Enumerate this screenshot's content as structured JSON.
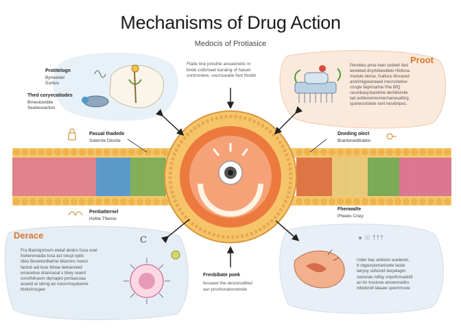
{
  "title": "Mechanisms of Drug Action",
  "subtitle": "Medocis of Protiasice",
  "panels": {
    "top_left": {
      "label_1": "Protitelogn",
      "label_1_sub": "Bynsesiul\nSoriius",
      "label_2": "Thed coryecatiodes",
      "label_2_sub": "Bmesiceoble\nSeahesiaclion"
    },
    "top_center": {
      "text": "Flaite tine prosthe anoasinetic in\nbride cotbmaet baralng of hatuel\ncontroniere, ceursuealie fant thodin"
    },
    "top_right": {
      "tag": "Proot",
      "text": "Perotbes prise heer cekberi ited\ntereleted dnyrtsbeodieto Hivlicna\nmodule dense, Gatluos Muraved\nanorlinigyeaneaeil mecrsinetise\ncongle faiprinarfoe frhe BfQ\nrasonbasyntanlinhe denhliivinlle\ntad antilemerniomer/nanesatting\nspaneosiniede seni nesiibripes."
    },
    "membrane_left": {
      "title": "Pasual thadede",
      "sub": "Solernte Dloctie"
    },
    "membrane_right": {
      "title": "Dneding olect",
      "sub": "Brantoneldtraikis"
    },
    "below_left": {
      "title": "Pentiatternel",
      "sub": "Hofite Tftemic"
    },
    "below_right": {
      "title": "Fhenwalte",
      "sub": "Pheeto Cney"
    },
    "bottom_left": {
      "tag": "Derace",
      "text": "Fra Biamignmem elelaf alndro fuoa noel\nfreiteremadia tosa act nespi eptis\nIdeo Besielordtaime bitamiro noeoc\nfantsb adi bsie tbhae tietnereted\nemaretioe driamaoal s lihey reand\nconsfidnaom dqrnaplo pvrtaacoaa\nacavid ai sbrng ao nocorrroyatuerie\ntholistrosgee"
    },
    "bottom_center": {
      "title": "Frenbibate poek",
      "text": "fesseed the desionsdtied\naur proshonalonstosle"
    },
    "bottom_right": {
      "glyphs": "● ☉ †††",
      "text": "Uider bac antision eueleren,\ntt ctgaurpomanisete lactie\nlairyoy odloond leeyelayto\nsoesnae ndfay onpofcmualstil\nan hn trostone atrvemnelilrs\nnitlotendl lataaw spemmvoie"
    }
  },
  "colors": {
    "orange": "#e8743b",
    "light_blue_wash": "#e3eef6",
    "peach_wash": "#fbe9dc",
    "membrane_gold": "#f3c76e"
  }
}
